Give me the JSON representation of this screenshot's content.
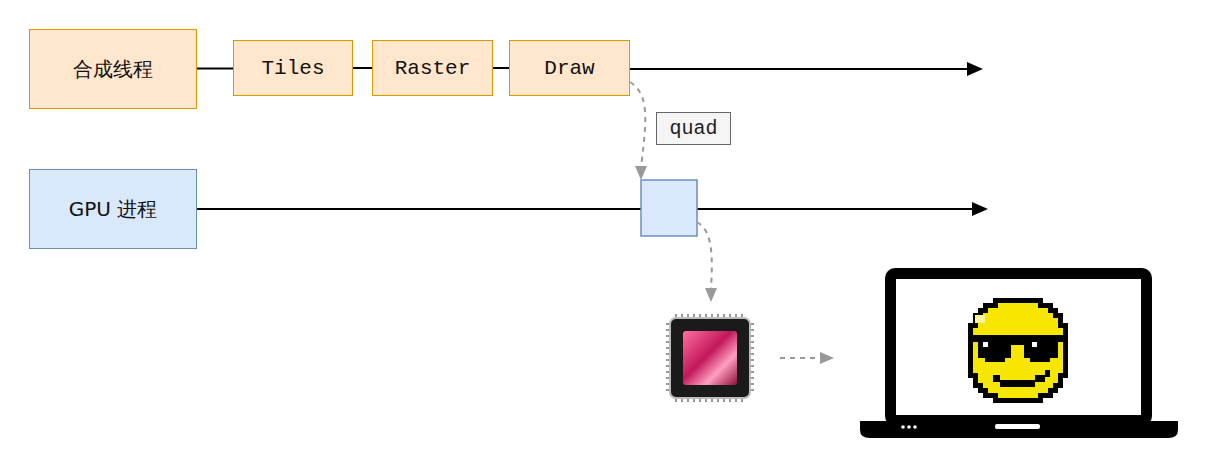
{
  "diagram": {
    "nodes": [
      {
        "text": [
          "合成线程"
        ]
      },
      {
        "text": [
          "Tiles"
        ]
      },
      {
        "text": [
          "Raster"
        ]
      },
      {
        "text": [
          "Draw"
        ]
      },
      {
        "text": [
          "GPU 进程"
        ]
      }
    ],
    "edges": [
      {
        "from": 0,
        "to": 1,
        "arrow": "none"
      },
      {
        "from": 1,
        "to": 2,
        "arrow": "none"
      },
      {
        "from": 2,
        "to": 3,
        "arrow": "none"
      }
    ],
    "labels": [
      "quad"
    ]
  }
}
